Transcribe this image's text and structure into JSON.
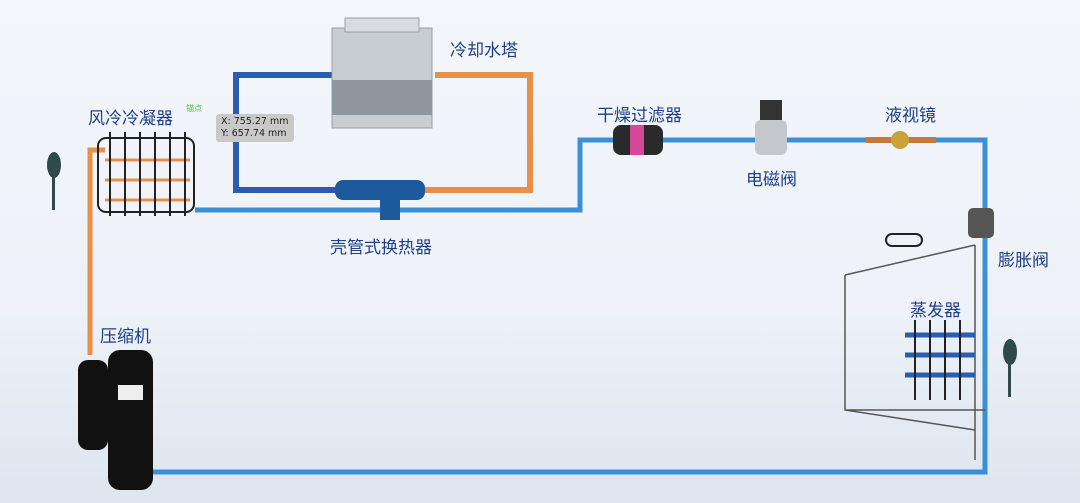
{
  "labels": {
    "cooling_tower": "冷却水塔",
    "air_condenser": "风冷冷凝器",
    "shell_tube_exchanger": "壳管式换热器",
    "filter_drier": "干燥过滤器",
    "solenoid_valve": "电磁阀",
    "sight_glass": "液视镜",
    "expansion_valve": "膨胀阀",
    "evaporator": "蒸发器",
    "compressor": "压缩机"
  },
  "tooltip": {
    "x": "X: 755.27 mm",
    "y": "Y: 657.74 mm"
  },
  "anchor_label": "锚点",
  "colors": {
    "cold_pipe": "#3a8fd6",
    "hot_pipe": "#e8904a",
    "water_blue": "#2c5cb0",
    "label": "#1f3f86"
  }
}
